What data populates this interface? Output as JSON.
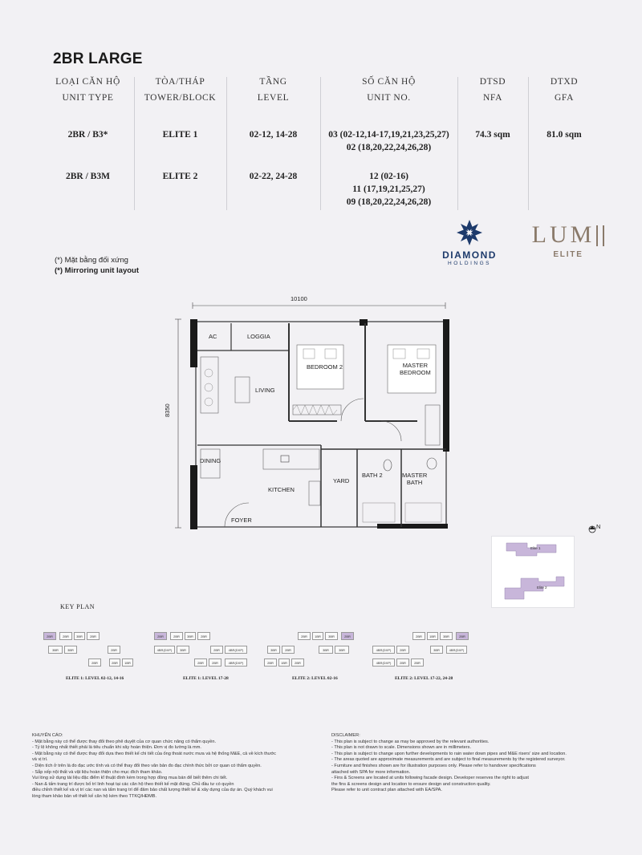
{
  "title": "2BR LARGE",
  "table": {
    "headers": [
      {
        "vi": "LOẠI CĂN HỘ",
        "en": "UNIT TYPE"
      },
      {
        "vi": "TÒA/THÁP",
        "en": "TOWER/BLOCK"
      },
      {
        "vi": "TẦNG",
        "en": "LEVEL"
      },
      {
        "vi": "SỐ CĂN HỘ",
        "en": "UNIT NO."
      },
      {
        "vi": "DTSD",
        "en": "NFA"
      },
      {
        "vi": "DTXD",
        "en": "GFA"
      }
    ],
    "rows": [
      {
        "type": "2BR / B3*",
        "tower": "ELITE 1",
        "level": "02-12, 14-28",
        "units": [
          "03 (02-12,14-17,19,21,23,25,27)",
          "02 (18,20,22,24,26,28)"
        ],
        "nfa": "74.3 sqm",
        "gfa": "81.0 sqm"
      },
      {
        "type": "2BR / B3M",
        "tower": "ELITE 2",
        "level": "02-22, 24-28",
        "units": [
          "12 (02-16)",
          "11 (17,19,21,25,27)",
          "09 (18,20,22,24,26,28)"
        ],
        "nfa": "",
        "gfa": ""
      }
    ]
  },
  "notes": [
    "(*) Mặt bằng đối xứng",
    "(*) Mirroring unit layout"
  ],
  "logos": {
    "diamond_line1": "DIAMOND",
    "diamond_line2": "HOLDINGS",
    "lum_line1": "LUM",
    "lum_line2": "ELITE",
    "brand_color": "#1d3a6b",
    "lum_color": "#8a7a6a"
  },
  "plan": {
    "width_dim": "10100",
    "height_dim": "8350",
    "rooms": {
      "ac": "AC",
      "loggia": "LOGGIA",
      "bedroom2": "BEDROOM 2",
      "master_bedroom_1": "MASTER",
      "master_bedroom_2": "BEDROOM",
      "living": "LIVING",
      "dining": "DINING",
      "kitchen": "KITCHEN",
      "yard": "YARD",
      "bath2": "BATH 2",
      "master_bath_1": "MASTER",
      "master_bath_2": "BATH",
      "foyer": "FOYER"
    },
    "north": "N"
  },
  "locator": {
    "elite1": "Elite 1",
    "elite2": "Elite 2",
    "highlight": "#c8b6da"
  },
  "key_plan": {
    "heading": "KEY PLAN",
    "captions": [
      "ELITE 1: LEVEL 02-12, 14-16",
      "ELITE 1: LEVEL 17-28",
      "ELITE 2: LEVEL 02-16",
      "ELITE 2: LEVEL 17-22, 24-28"
    ],
    "cells": [
      "2BR",
      "3BR",
      "1BR",
      "4BR(DXP)"
    ]
  },
  "disclaimer_vi": {
    "heading": "KHUYẾN CÁO:",
    "lines": [
      "-   Mặt bằng này có thể được thay đổi theo phê duyệt của cơ quan chức năng có thẩm quyền.",
      "-   Tỷ lệ không nhất thiết phải là tiêu chuẩn khi xây hoàn thiện. Đơn vị đo lường là mm.",
      "-   Mặt bằng này có thể được thay đổi dựa theo thiết kế chi tiết của ống thoát nước mưa và hệ thống M&E, cả về kích thước",
      "    và vị trí.",
      "-   Diện tích ở trên là đo đạc ước tính và có thể thay đổi theo văn bản đo đạc chính thức bởi cơ quan có thẩm quyền.",
      "-   Sắp xếp nội thất và vật liệu hoàn thiện cho mục đích tham khảo.",
      "    Vui lòng sử dụng tài liệu đặc điểm kĩ thuật đính kèm trong hợp đồng mua bán để biết thêm chi tiết.",
      "-   Nan & tấm trang trí được bố trí linh hoạt tại các căn hộ theo thiết kế mặt đứng. Chủ đầu tư có quyền",
      "    điều chỉnh thiết kế và vị trí các nan và tấm trang trí để đảm bảo chất lượng thiết kế & xây dựng của dự án. Quý khách vui",
      "    lòng tham khảo bản vẽ thiết kế căn hộ kèm theo TTKQ/HĐMB."
    ]
  },
  "disclaimer_en": {
    "heading": "DISCLAIMER:",
    "lines": [
      "-   This plan is subject to change as may be approved by the relevant authorities.",
      "-   This plan is not drawn to scale. Dimensions shown are in millimeters.",
      "-   This plan is subject to change upon further developments to rain water down pipes and M&E risers' size and location.",
      "-   The areas quoted are approximate measurements and are subject to final measurements by the registered surveyor.",
      "-   Furniture and finishes shown are for illustration purposes only. Please refer to handover specifications",
      "    attached with SPA for more information.",
      "-   Fins & Screens are located at units following facade design. Developer reserves the right to adjust",
      "    the fins & screens design and location to ensure design and construction quality.",
      "    Please refer to unit contract plan attached with EA/SPA."
    ]
  }
}
